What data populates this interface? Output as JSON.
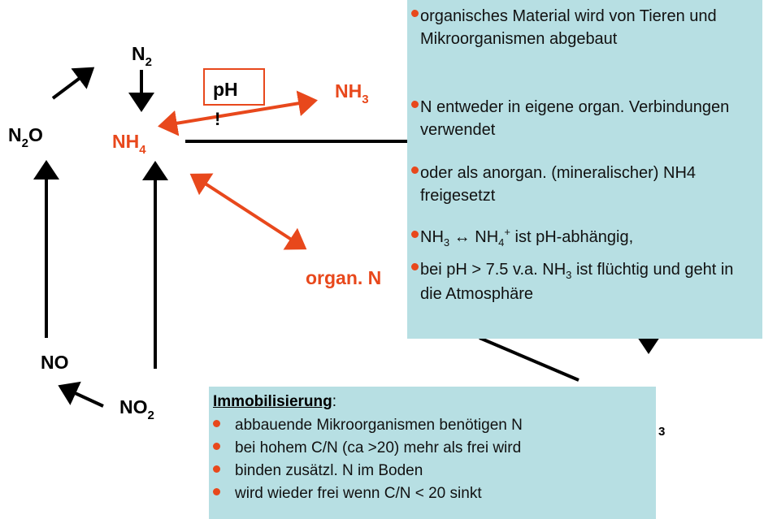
{
  "nodes": {
    "n2": {
      "base": "N",
      "sub": "2"
    },
    "n2o": {
      "base": "N",
      "sub": "2",
      "tail": "O"
    },
    "nh4": {
      "base": "NH",
      "sub": "4"
    },
    "nh3": {
      "base": "NH",
      "sub": "3"
    },
    "organ_n": "organ. N",
    "no": "NO",
    "no2": {
      "base": "NO",
      "sub": "2"
    },
    "no3_fragment": {
      "base": "",
      "sub": "3"
    }
  },
  "ph_box": {
    "label": "pH",
    "mark": "!"
  },
  "info_box": {
    "items": [
      "organisches Material wird von Tieren und Mikroorganismen abgebaut",
      "N entweder in eigene organ. Verbindungen verwendet",
      "oder als anorgan. (mineralischer) NH4 freigesetzt",
      {
        "a": "NH",
        "a_sub": "3",
        "arrow": " ↔ ",
        "b": "NH",
        "b_sub": "4",
        "b_sup": "+",
        "rest": " ist pH-abhängig,"
      },
      {
        "a": "bei pH > 7.5   v.a. NH",
        "a_sub": "3",
        "rest": " ist flüchtig und geht in die Atmosphäre"
      }
    ]
  },
  "immo_box": {
    "title": "Immobilisierung",
    "title_suffix": ":",
    "items": [
      "abbauende Mikroorganismen benötigen N",
      "bei hohem C/N (ca >20) mehr als frei wird",
      "binden zusätzl. N im Boden",
      "wird wieder frei wenn C/N < 20 sinkt"
    ]
  },
  "colors": {
    "accent": "#e8481c",
    "box_fill": "#b7dfe3",
    "arrow": "#000000"
  }
}
